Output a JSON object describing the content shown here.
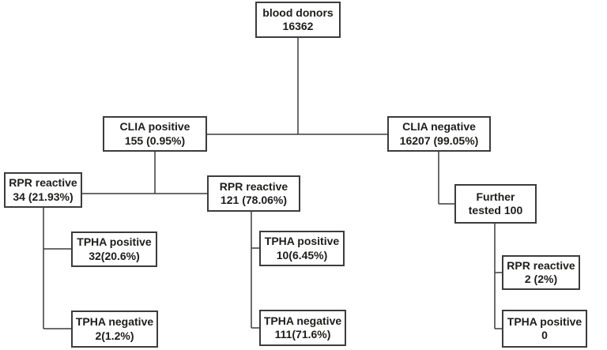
{
  "diagram": {
    "type": "flowchart",
    "colors": {
      "background": "#ffffff",
      "box_border": "#3c3c3c",
      "connector_line": "#3c3c3c",
      "text": "#1d1d1b"
    },
    "nodes": {
      "blood_donors": {
        "line1": "blood donors",
        "line2": "16362"
      },
      "clia_positive": {
        "line1": "CLIA positive",
        "line2": "155 (0.95%)"
      },
      "clia_negative": {
        "line1": "CLIA negative",
        "line2": "16207 (99.05%)"
      },
      "rpr_reactive_left": {
        "line1": "RPR reactive",
        "line2": "34 (21.93%)"
      },
      "rpr_reactive_mid": {
        "line1": "RPR reactive",
        "line2": "121 (78.06%)"
      },
      "further_tested": {
        "line1": "Further",
        "line2": "tested 100"
      },
      "tpha_positive_left": {
        "line1": "TPHA positive",
        "line2": "32(20.6%)"
      },
      "tpha_negative_left": {
        "line1": "TPHA negative",
        "line2": "2(1.2%)"
      },
      "tpha_positive_mid": {
        "line1": "TPHA positive",
        "line2": "10(6.45%)"
      },
      "tpha_negative_mid": {
        "line1": "TPHA negative",
        "line2": "111(71.6%)"
      },
      "rpr_reactive_right": {
        "line1": "RPR reactive",
        "line2": "2 (2%)"
      },
      "tpha_positive_right": {
        "line1": "TPHA positive",
        "line2": "0"
      }
    },
    "edges": [
      {
        "from": "blood_donors",
        "to": "clia_positive"
      },
      {
        "from": "blood_donors",
        "to": "clia_negative"
      },
      {
        "from": "clia_positive",
        "to": "rpr_reactive_left"
      },
      {
        "from": "clia_positive",
        "to": "rpr_reactive_mid"
      },
      {
        "from": "rpr_reactive_left",
        "to": "tpha_positive_left"
      },
      {
        "from": "rpr_reactive_left",
        "to": "tpha_negative_left"
      },
      {
        "from": "rpr_reactive_mid",
        "to": "tpha_positive_mid"
      },
      {
        "from": "rpr_reactive_mid",
        "to": "tpha_negative_mid"
      },
      {
        "from": "clia_negative",
        "to": "further_tested"
      },
      {
        "from": "further_tested",
        "to": "rpr_reactive_right"
      },
      {
        "from": "further_tested",
        "to": "tpha_positive_right"
      }
    ]
  }
}
